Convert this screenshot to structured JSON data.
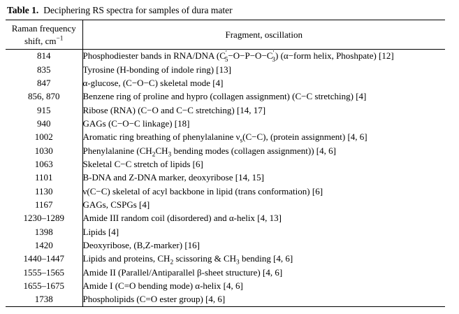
{
  "colors": {
    "text": "#000000",
    "background": "#ffffff",
    "rule": "#000000"
  },
  "title": {
    "label": "Table 1.",
    "text": "Deciphering RS spectra for samples of dura mater"
  },
  "table": {
    "header": {
      "col1_line1": "Raman frequency",
      "col1_line2_html": "shift, cm<sup>−1</sup>",
      "col2": "Fragment, oscillation"
    },
    "rows": [
      {
        "shift": "814",
        "fragment": "Phosphodiester bands in RNA/DNA (C<sup>′</sup><sub class=\"st\">5</sub>−O−P−O−C<sup>′</sup><sub class=\"st\">3</sub>) (α−form helix, Phoshpate) [12]"
      },
      {
        "shift": "835",
        "fragment": "Tyrosine (H-bonding of indole ring) [13]"
      },
      {
        "shift": "847",
        "fragment": "α-glucose, (C−O−C) skeletal mode [4]"
      },
      {
        "shift": "856, 870",
        "fragment": "Benzene ring of proline and hypro (collagen assignment) (C−C stretching) [4]"
      },
      {
        "shift": "915",
        "fragment": "Ribose (RNA) (C−O and C−C stretching) [14, 17]"
      },
      {
        "shift": "940",
        "fragment": "GAGs (C−O−C linkage) [18]"
      },
      {
        "shift": "1002",
        "fragment": "Aromatic ring breathing of phenylalanine ν<sub>s</sub>(C−C), (protein assignment) [4, 6]"
      },
      {
        "shift": "1030",
        "fragment": "Phenylalanine (CH<sub>2</sub>CH<sub>3</sub> bending modes (collagen assignment)) [4, 6]"
      },
      {
        "shift": "1063",
        "fragment": "Skeletal C−C stretch of lipids [6]"
      },
      {
        "shift": "1101",
        "fragment": "B-DNA and Z-DNA marker, deoxyribose [14, 15]"
      },
      {
        "shift": "1130",
        "fragment": "ν(C−C) skeletal of acyl backbone in lipid (trans conformation) [6]"
      },
      {
        "shift": "1167",
        "fragment": "GAGs, CSPGs [4]"
      },
      {
        "shift": "1230–1289",
        "fragment": "Amide III random coil (disordered) and α-helix [4, 13]"
      },
      {
        "shift": "1398",
        "fragment": "Lipids [4]"
      },
      {
        "shift": "1420",
        "fragment": "Deoxyribose, (B,Z-marker) [16]"
      },
      {
        "shift": "1440–1447",
        "fragment": "Lipids and proteins, CH<sub>2</sub> scissoring &amp; CH<sub>3</sub> bending [4, 6]"
      },
      {
        "shift": "1555–1565",
        "fragment": "Amide II (Parallel/Antiparallel β-sheet structure) [4, 6]"
      },
      {
        "shift": "1655–1675",
        "fragment": "Amide I (C=O bending mode) α-helix [4, 6]"
      },
      {
        "shift": "1738",
        "fragment": "Phospholipids (C=O ester group) [4, 6]"
      }
    ]
  }
}
